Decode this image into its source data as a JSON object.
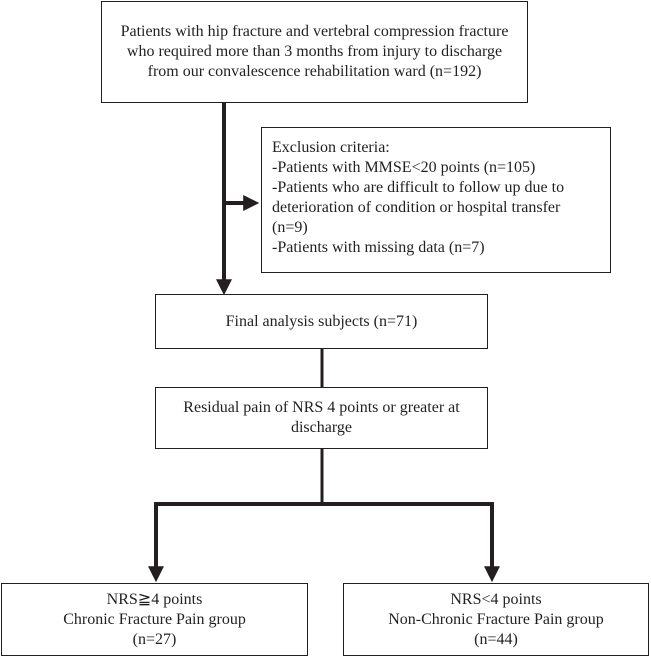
{
  "start_box": {
    "lines": [
      "Patients with hip fracture and vertebral compression fracture",
      "who required more than 3 months from injury to discharge",
      "from our convalescence rehabilitation ward (n=192)"
    ]
  },
  "exclusion_box": {
    "lines": [
      "Exclusion criteria:",
      "-Patients with MMSE<20 points (n=105)",
      "-Patients who are difficult to follow up due to",
      "deterioration of condition or hospital transfer",
      "(n=9)",
      "-Patients with missing data (n=7)"
    ]
  },
  "final_box": {
    "text": "Final analysis subjects (n=71)"
  },
  "pain_box": {
    "lines": [
      "Residual pain of NRS 4 points or greater at",
      "discharge"
    ]
  },
  "chronic_box": {
    "lines": [
      "NRS≧4 points",
      "Chronic Fracture Pain group",
      "(n=27)"
    ]
  },
  "non_chronic_box": {
    "lines": [
      "NRS<4 points",
      "Non-Chronic Fracture Pain group",
      "(n=44)"
    ]
  },
  "colors": {
    "line": "#231f20",
    "border": "#231f20"
  }
}
